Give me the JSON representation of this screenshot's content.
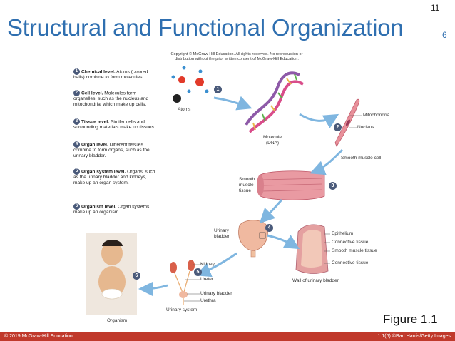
{
  "page_number": "11",
  "title": "Structural and Functional Organization",
  "title_superscript": "6",
  "copyright": "Copyright © McGraw-Hill Education. All rights reserved. No reproduction or distribution without the prior written consent of McGraw-Hill Education.",
  "levels": [
    {
      "num": "1",
      "name": "Chemical level.",
      "desc": "Atoms (colored balls) combine to form molecules."
    },
    {
      "num": "2",
      "name": "Cell level.",
      "desc": "Molecules form organelles, such as the nucleus and mitochondria, which make up cells."
    },
    {
      "num": "3",
      "name": "Tissue level.",
      "desc": "Similar cells and surrounding materials make up tissues."
    },
    {
      "num": "4",
      "name": "Organ level.",
      "desc": "Different tissues combine to form organs, such as the urinary bladder."
    },
    {
      "num": "5",
      "name": "Organ system level.",
      "desc": "Organs, such as the urinary bladder and kidneys, make up an organ system."
    },
    {
      "num": "6",
      "name": "Organism level.",
      "desc": "Organ systems make up an organism."
    }
  ],
  "labels": {
    "atoms": "Atoms",
    "molecule": "Molecule",
    "dna": "(DNA)",
    "mitochondria": "Mitochondria",
    "nucleus": "Nucleus",
    "smooth_muscle_cell": "Smooth muscle cell",
    "smooth": "Smooth",
    "muscle": "muscle",
    "tissue": "tissue",
    "urinary": "Urinary",
    "bladder": "bladder",
    "epithelium": "Epithelium",
    "connective_tissue_1": "Connective tissue",
    "smooth_muscle_tissue": "Smooth muscle tissue",
    "connective_tissue_2": "Connective tissue",
    "wall_of_urinary_bladder": "Wall of urinary bladder",
    "kidney": "Kidney",
    "ureter": "Ureter",
    "urinary_bladder": "Urinary bladder",
    "urethra": "Urethra",
    "urinary_system": "Urinary system",
    "organism": "Organism"
  },
  "step_numbers": {
    "s1": "1",
    "s2": "2",
    "s3": "3",
    "s4": "4",
    "s5": "5",
    "s6": "6"
  },
  "figure_label": "Figure 1.1",
  "footer_left": "© 2019 McGraw-Hill Education",
  "footer_right": "1.1(6) ©Bart Harris/Getty Images",
  "colors": {
    "title": "#2f6fb0",
    "footer": "#c0392b",
    "badge": "#4a5a7a"
  }
}
